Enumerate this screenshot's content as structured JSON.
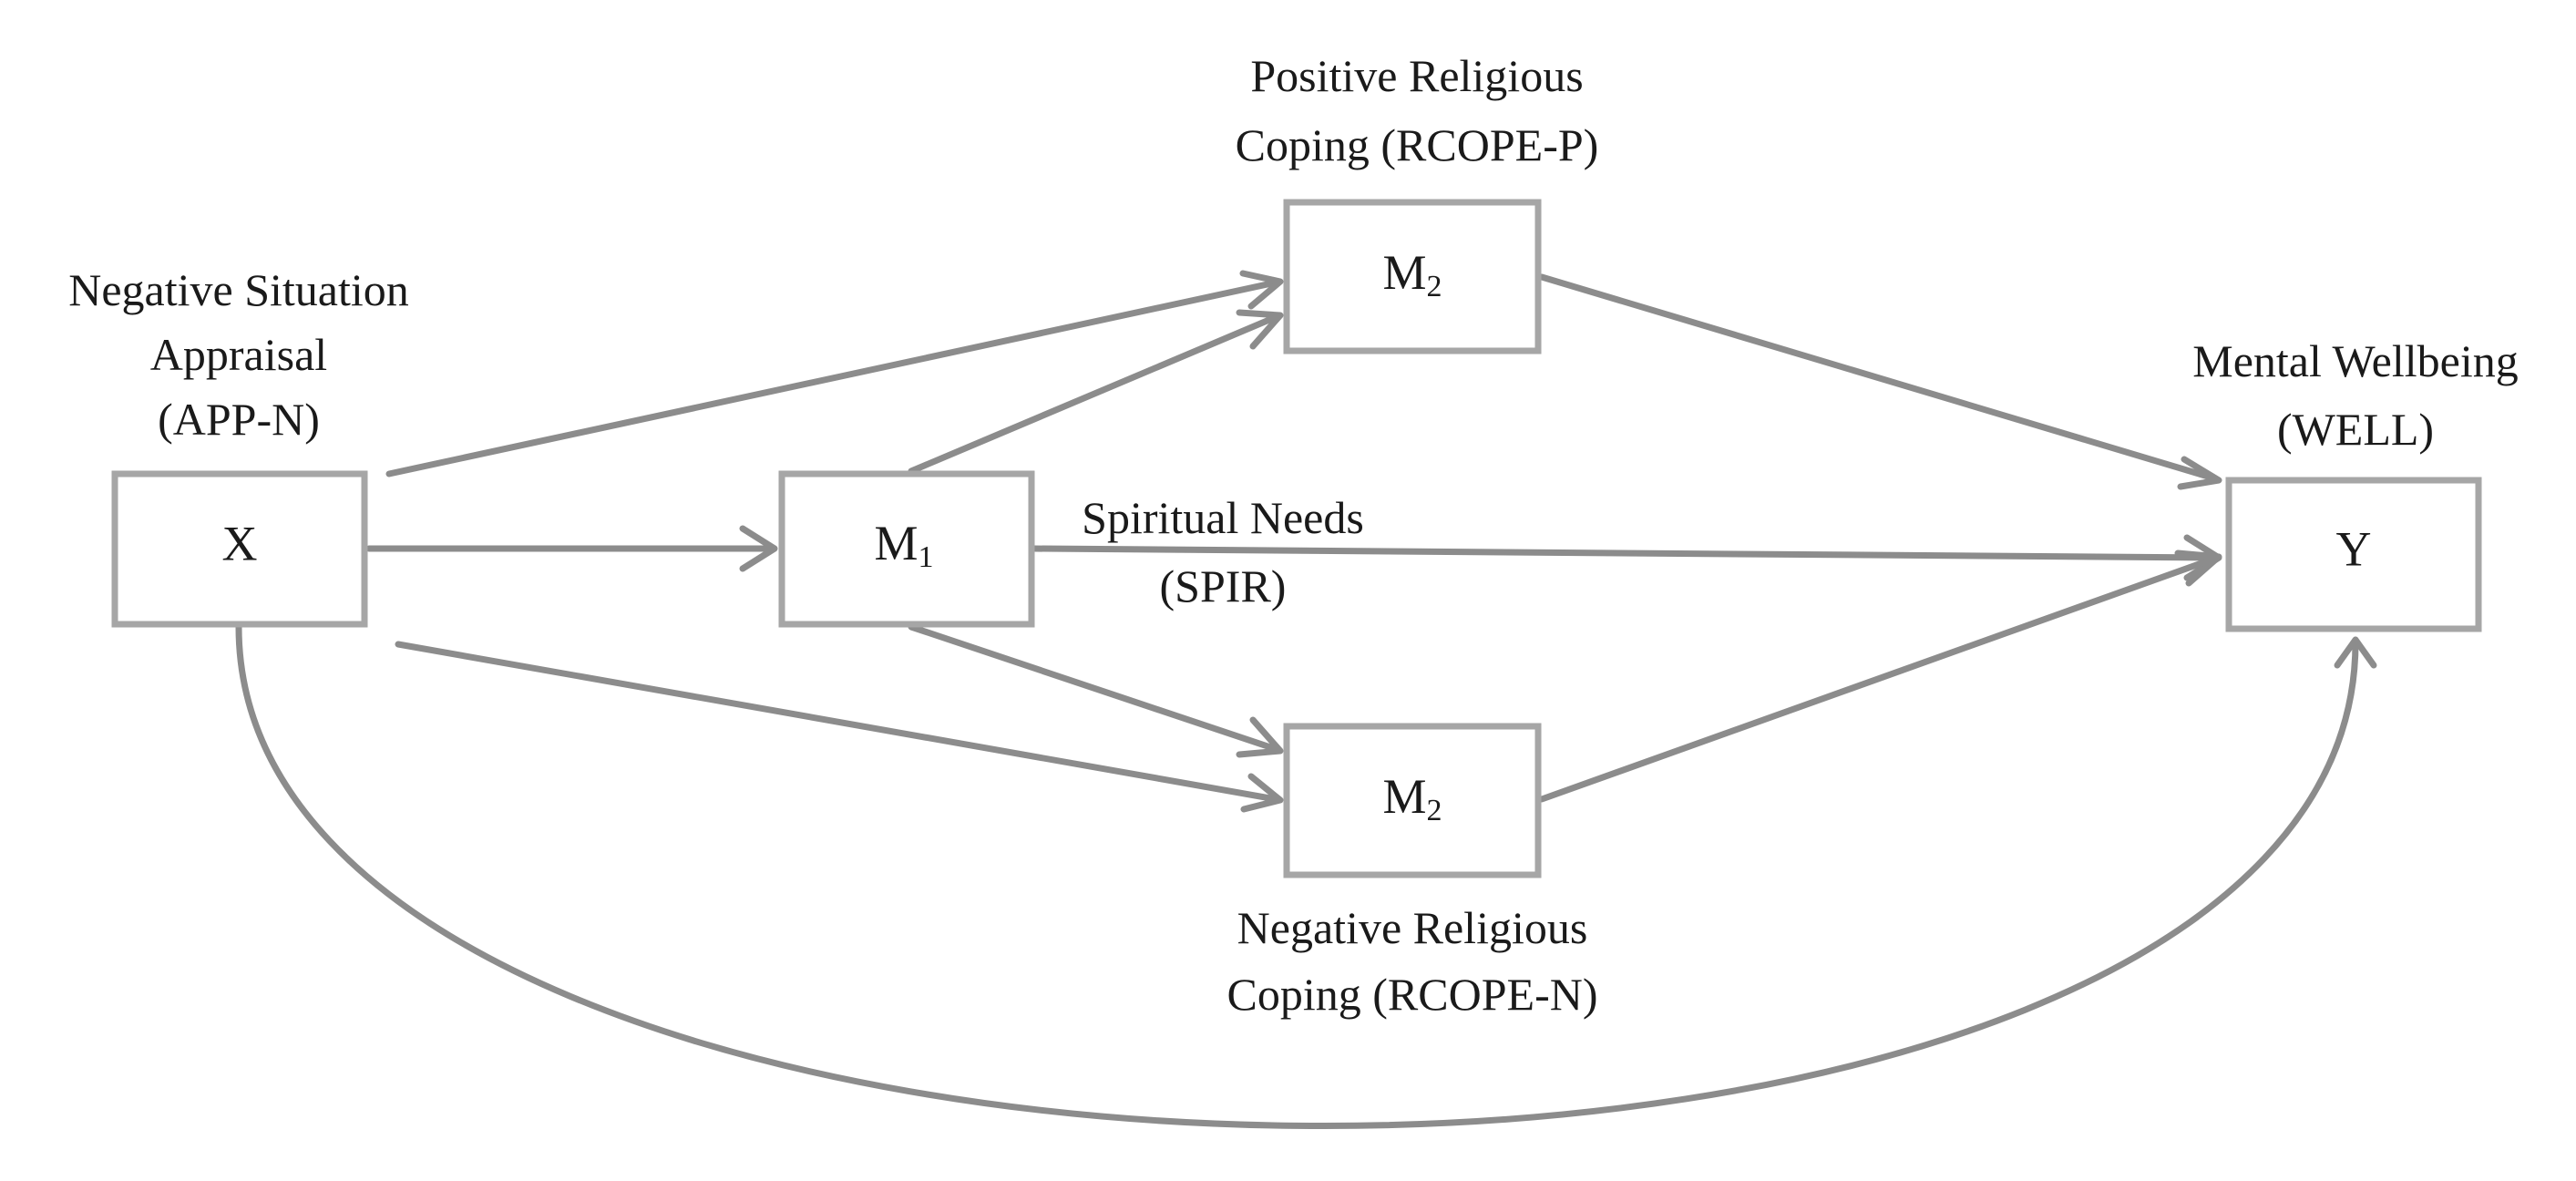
{
  "nodes": {
    "x": {
      "symbol": "X",
      "label_lines": [
        "Negative Situation",
        "Appraisal",
        "(APP-N)"
      ]
    },
    "m1": {
      "symbol": "M",
      "subscript": "1",
      "label_lines": [
        "Spiritual Needs",
        "(SPIR)"
      ]
    },
    "m2_positive": {
      "symbol": "M",
      "subscript": "2",
      "label_lines": [
        "Positive Religious",
        "Coping (RCOPE-P)"
      ]
    },
    "m2_negative": {
      "symbol": "M",
      "subscript": "2",
      "label_lines": [
        "Negative Religious",
        "Coping (RCOPE-N)"
      ]
    },
    "y": {
      "symbol": "Y",
      "label_lines": [
        "Mental Wellbeing",
        "(WELL)"
      ]
    }
  },
  "edges": [
    {
      "from": "x",
      "to": "m1"
    },
    {
      "from": "x",
      "to": "m2_positive"
    },
    {
      "from": "x",
      "to": "m2_negative"
    },
    {
      "from": "m1",
      "to": "m2_positive"
    },
    {
      "from": "m1",
      "to": "m2_negative"
    },
    {
      "from": "m1",
      "to": "y"
    },
    {
      "from": "m2_positive",
      "to": "y"
    },
    {
      "from": "m2_negative",
      "to": "y"
    },
    {
      "from": "x",
      "to": "y"
    }
  ],
  "colors": {
    "box_stroke": "#a6a6a6",
    "arrow": "#8c8c8c",
    "text": "#1a1a1a"
  }
}
